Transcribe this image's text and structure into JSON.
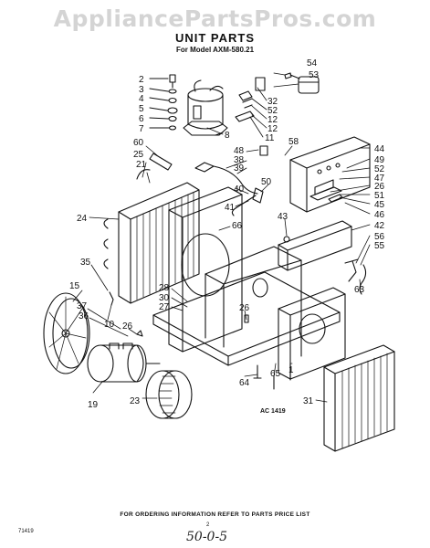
{
  "watermark": "AppliancePartsPros.com",
  "title": "UNIT PARTS",
  "subtitle": "For Model AXM-580.21",
  "art_code": "AC 1419",
  "footer_note": "FOR ORDERING INFORMATION REFER TO PARTS PRICE LIST",
  "page_number": "2",
  "sheet_code": "71419",
  "handwritten": "50-0-5",
  "callouts": {
    "c2": "2",
    "c3": "3",
    "c4": "4",
    "c5": "5",
    "c6": "6",
    "c7": "7",
    "c8": "8",
    "c12": "12",
    "c11": "11",
    "c32": "32",
    "c52a": "52",
    "c22": "12",
    "c54": "54",
    "c53": "53",
    "c60": "60",
    "c25": "25",
    "c21": "21",
    "c48": "48",
    "c38": "38",
    "c39": "39",
    "c58": "58",
    "c44": "44",
    "c49": "49",
    "c52b": "52",
    "c47": "47",
    "c26a": "26",
    "c51": "51",
    "c45": "45",
    "c46": "46",
    "c42": "42",
    "c56": "56",
    "c55": "55",
    "c40": "40",
    "c50": "50",
    "c41": "41",
    "c43": "43",
    "c24": "24",
    "c66": "66",
    "c35": "35",
    "c28": "28",
    "c30": "30",
    "c27": "27",
    "c15": "15",
    "c37": "37",
    "c36": "36",
    "c10": "10",
    "c26b": "26",
    "c26c": "26",
    "c63": "63",
    "c19": "19",
    "c23": "23",
    "c64": "64",
    "c65": "65",
    "c1": "1",
    "c31": "31"
  }
}
